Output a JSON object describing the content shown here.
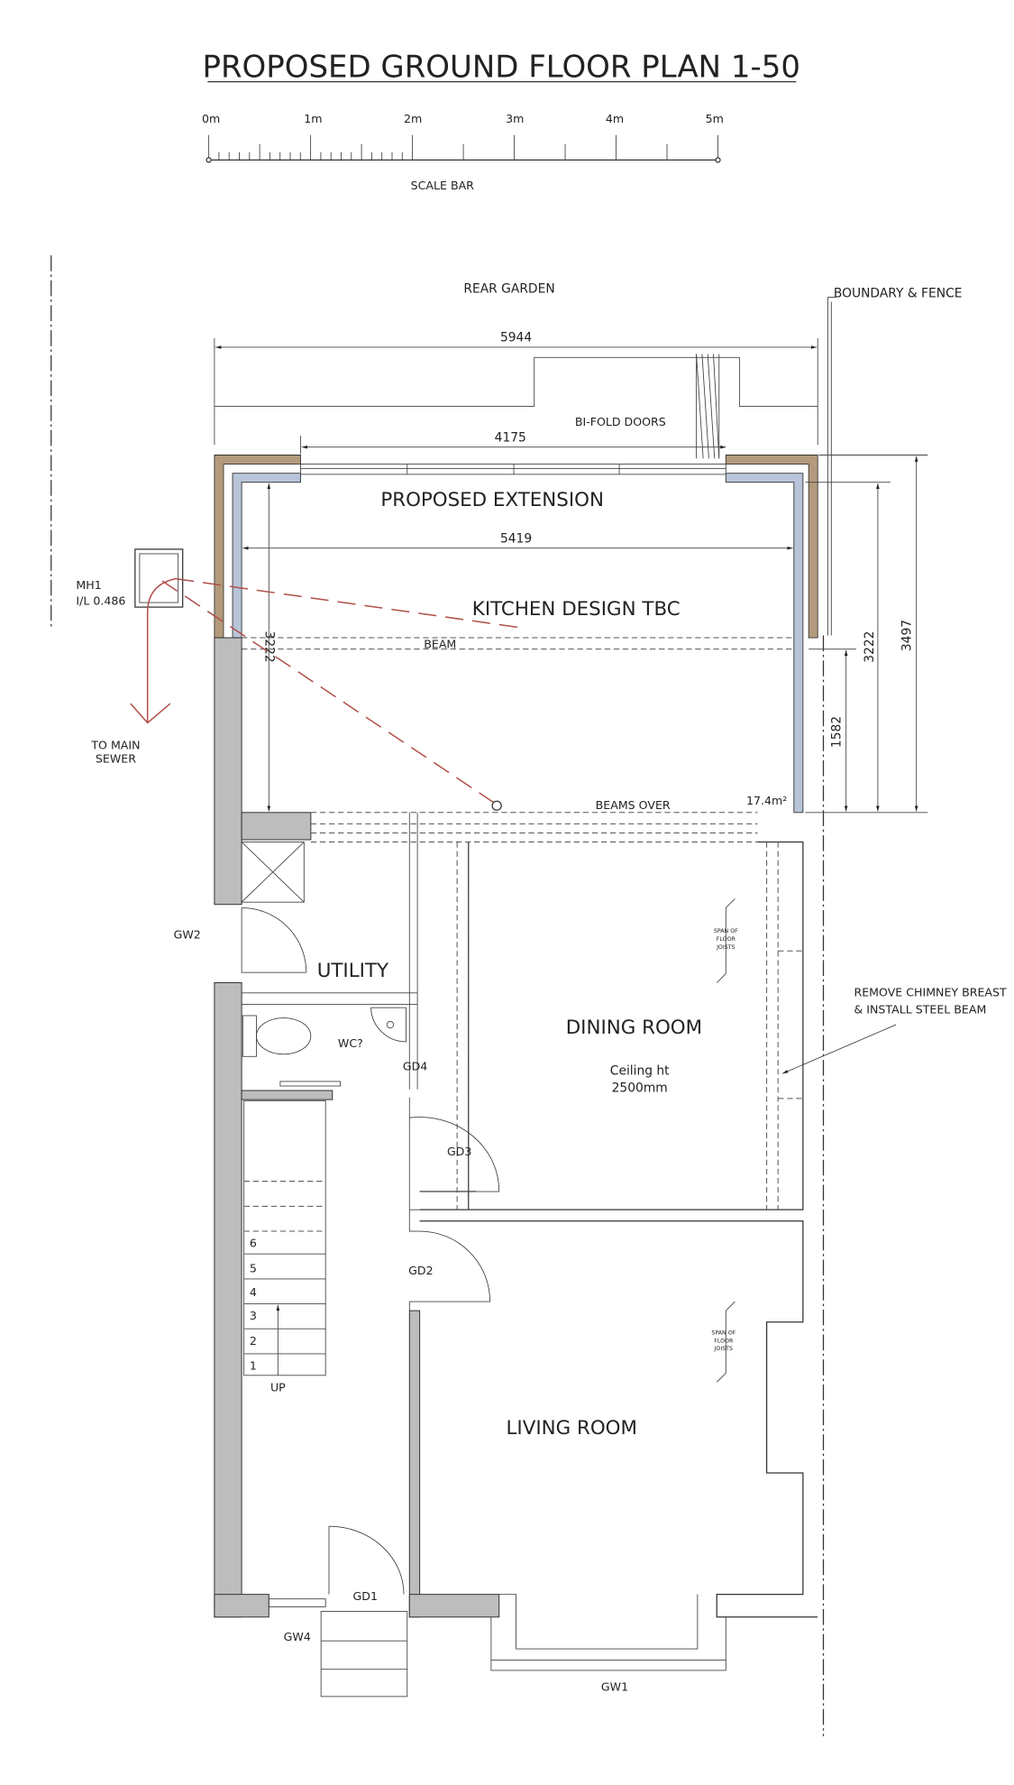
{
  "title": "PROPOSED GROUND FLOOR PLAN  1-50",
  "scale_bar": {
    "labels": [
      "0m",
      "1m",
      "2m",
      "3m",
      "4m",
      "5m"
    ],
    "caption": "SCALE  BAR"
  },
  "labels": {
    "rear_garden": "REAR GARDEN",
    "boundary": "BOUNDARY & FENCE",
    "bifold": "BI-FOLD DOORS",
    "proposed_extension": "PROPOSED EXTENSION",
    "kitchen": "KITCHEN DESIGN TBC",
    "beam": "BEAM",
    "beams_over": "BEAMS OVER",
    "area": "17.4m²",
    "mh1": "MH1",
    "invert_level": "I/L 0.486",
    "to_main": "TO MAIN",
    "sewer": "SEWER",
    "utility": "UTILITY",
    "wc": "WC?",
    "dining_room": "DINING ROOM",
    "ceiling": "Ceiling ht",
    "ceiling_height": "2500mm",
    "living_room": "LIVING ROOM",
    "chimney_1": "REMOVE CHIMNEY BREAST",
    "chimney_2": "& INSTALL STEEL BEAM",
    "span_1": "SPAN OF",
    "span_2": "FLOOR",
    "span_3": "JOISTS",
    "up": "UP"
  },
  "openings": {
    "gw1": "GW1",
    "gw2": "GW2",
    "gw4": "GW4",
    "gd1": "GD1",
    "gd2": "GD2",
    "gd3": "GD3",
    "gd4": "GD4"
  },
  "dimensions": {
    "overall_width": "5944",
    "bifold_width": "4175",
    "internal_width": "5419",
    "internal_depth": "3222",
    "right_depth_inner": "3222",
    "right_depth_outer": "3497",
    "right_short": "1582"
  },
  "stair_steps": [
    "6",
    "5",
    "4",
    "3",
    "2",
    "1"
  ],
  "colors": {
    "outer_leaf": "#b49a7c",
    "inner_leaf": "#b8c4d8",
    "existing_wall": "#bdbdbd",
    "drainage": "#b0504a"
  }
}
